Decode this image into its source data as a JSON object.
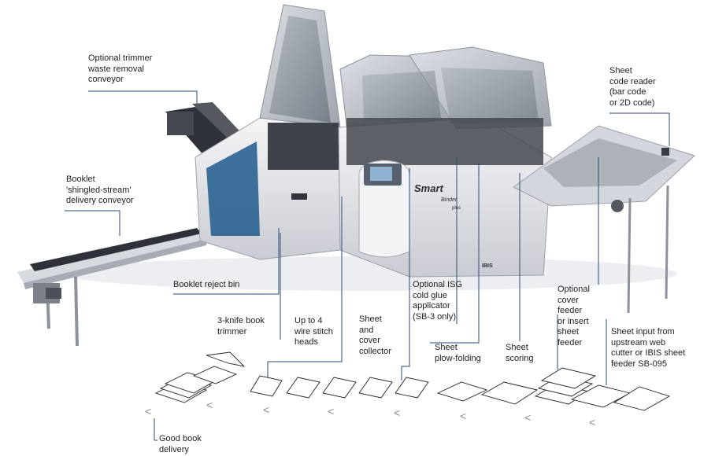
{
  "machine": {
    "brand": "Smart",
    "model": "Binder",
    "edition": "plus",
    "maker": "IBIS"
  },
  "callouts": [
    {
      "id": "trimmer-waste-conveyor",
      "text": "Optional trimmer\nwaste removal\nconveyor"
    },
    {
      "id": "sheet-code-reader",
      "text": "Sheet\ncode reader\n(bar code\n or 2D code)"
    },
    {
      "id": "shingled-stream-conveyor",
      "text": "Booklet\n'shingled-stream'\ndelivery conveyor"
    },
    {
      "id": "booklet-reject-bin",
      "text": "Booklet reject bin"
    },
    {
      "id": "isg-cold-glue",
      "text": "Optional ISG\ncold glue\napplicator\n(SB-3 only)"
    },
    {
      "id": "cover-feeder",
      "text": "Optional\ncover\nfeeder\nor insert\nsheet\nfeeder"
    },
    {
      "id": "three-knife-trimmer",
      "text": "3-knife book\ntrimmer"
    },
    {
      "id": "wire-stitch-heads",
      "text": "Up to 4\nwire stitch\nheads"
    },
    {
      "id": "sheet-cover-collector",
      "text": "Sheet\nand\ncover\ncollector"
    },
    {
      "id": "plow-folding",
      "text": "Sheet\nplow-folding"
    },
    {
      "id": "sheet-scoring",
      "text": "Sheet\nscoring"
    },
    {
      "id": "sheet-input",
      "text": "Sheet input from\nupstream web\ncutter or IBIS sheet\nfeeder SB-095"
    },
    {
      "id": "good-book-delivery",
      "text": "Good book\ndelivery"
    }
  ],
  "process_arrow_glyph": "<",
  "colors": {
    "leader_line": "#2b4a78",
    "machine_body": "#e9eaed",
    "machine_shadow": "#b9bcc3",
    "dark_metal": "#3a3d44",
    "flow_arrow": "#8a8a8a"
  }
}
